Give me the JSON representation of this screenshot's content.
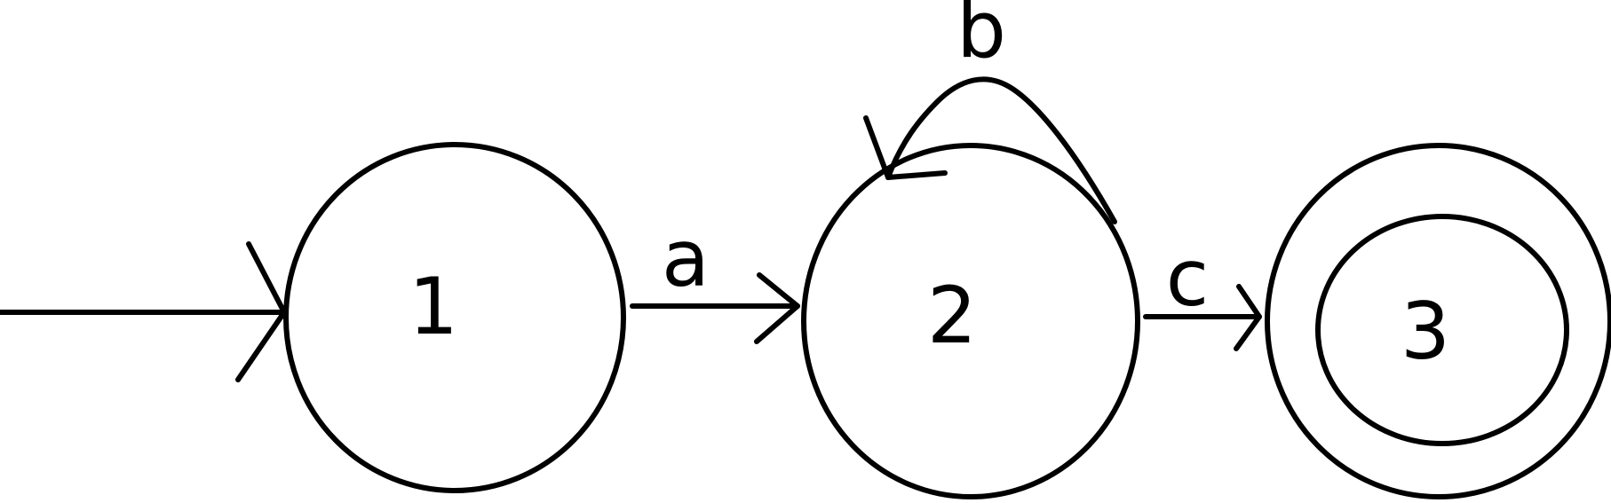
{
  "diagram": {
    "states": [
      {
        "label": "1"
      },
      {
        "label": "2"
      },
      {
        "label": "3"
      }
    ],
    "transitions": [
      {
        "from": "1",
        "to": "2",
        "label": "a"
      },
      {
        "from": "2",
        "to": "2",
        "label": "b"
      },
      {
        "from": "2",
        "to": "3",
        "label": "c"
      }
    ],
    "start_state": "1",
    "accepting_states": [
      "3"
    ]
  }
}
